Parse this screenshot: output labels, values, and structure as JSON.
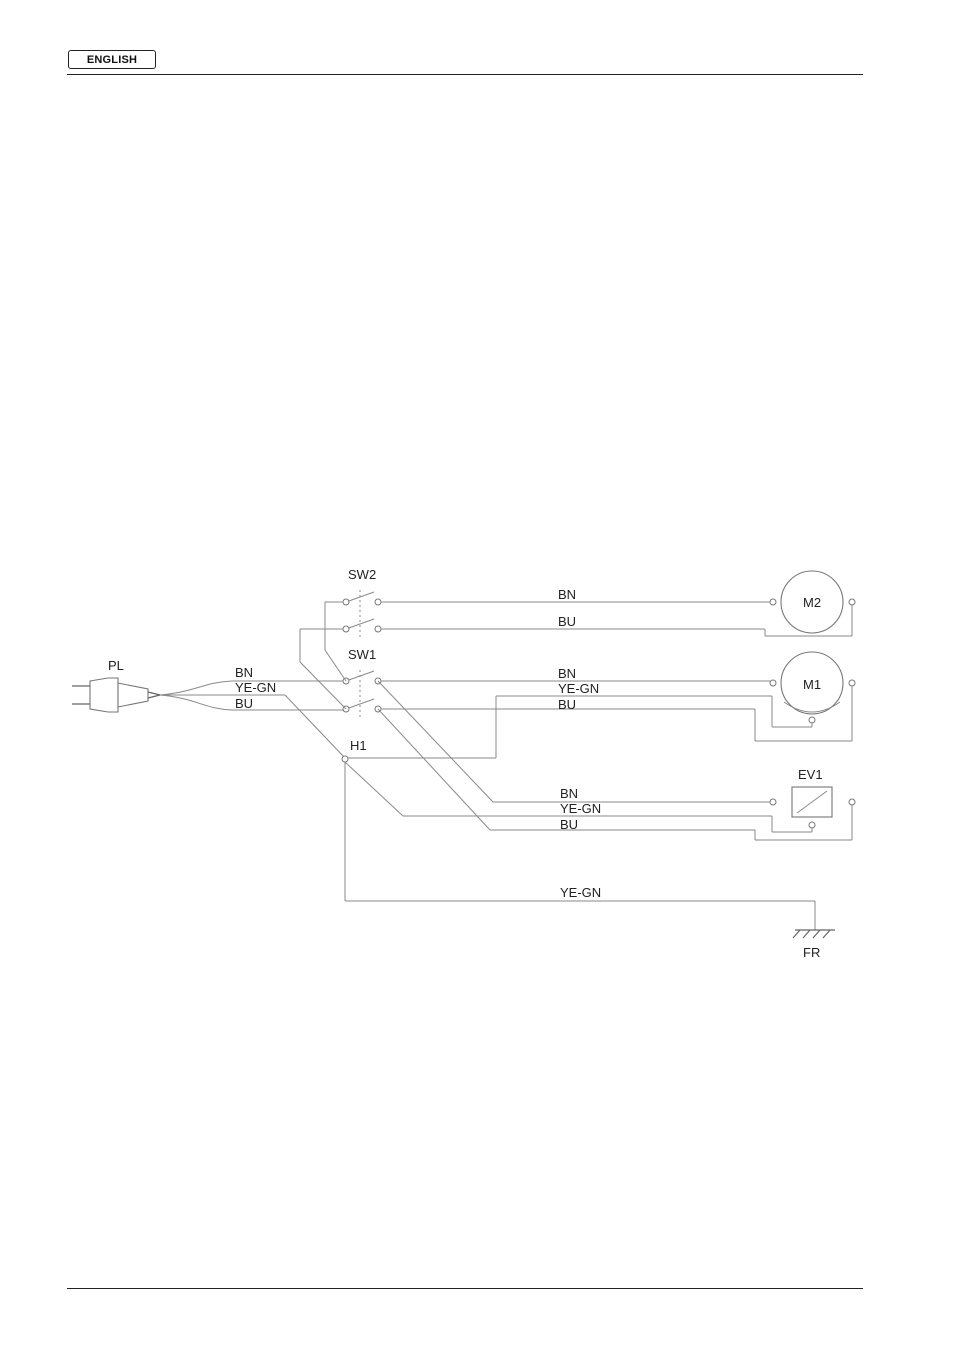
{
  "header": {
    "language_label": "ENGLISH"
  },
  "diagram": {
    "components": {
      "plug": "PL",
      "switch_2": "SW2",
      "switch_1": "SW1",
      "lamp": "H1",
      "motor_2": "M2",
      "motor_1": "M1",
      "solenoid_valve": "EV1",
      "frame_ground": "FR"
    },
    "wire_labels": {
      "plug_bn": "BN",
      "plug_yegn": "YE-GN",
      "plug_bu": "BU",
      "m2_bn": "BN",
      "m2_bu": "BU",
      "m1_bn": "BN",
      "m1_yegn": "YE-GN",
      "m1_bu": "BU",
      "ev1_bn": "BN",
      "ev1_yegn": "YE-GN",
      "ev1_bu": "BU",
      "ground_yegn": "YE-GN"
    }
  }
}
